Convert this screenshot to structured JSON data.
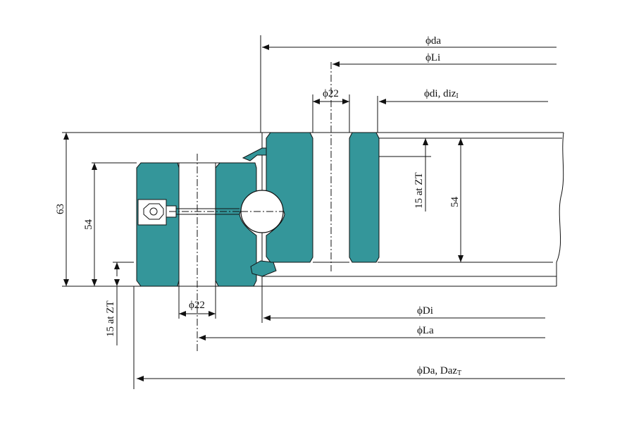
{
  "colors": {
    "ring": "#34969a",
    "line": "#111111",
    "background": "#ffffff"
  },
  "labels": {
    "da": "ϕda",
    "li": "ϕLi",
    "hole_top": "ϕ22",
    "di_main": "ϕdi, diz",
    "di_sub": "I",
    "gear_height": "63",
    "inner_height_left": "54",
    "inner_height_right": "54",
    "tooth_left": "15 at ZT",
    "tooth_right": "15 at ZT",
    "hole_bottom": "ϕ22",
    "Di": "ϕDi",
    "La": "ϕLa",
    "Da_main": "ϕDa, Daz",
    "Da_sub": "T"
  }
}
